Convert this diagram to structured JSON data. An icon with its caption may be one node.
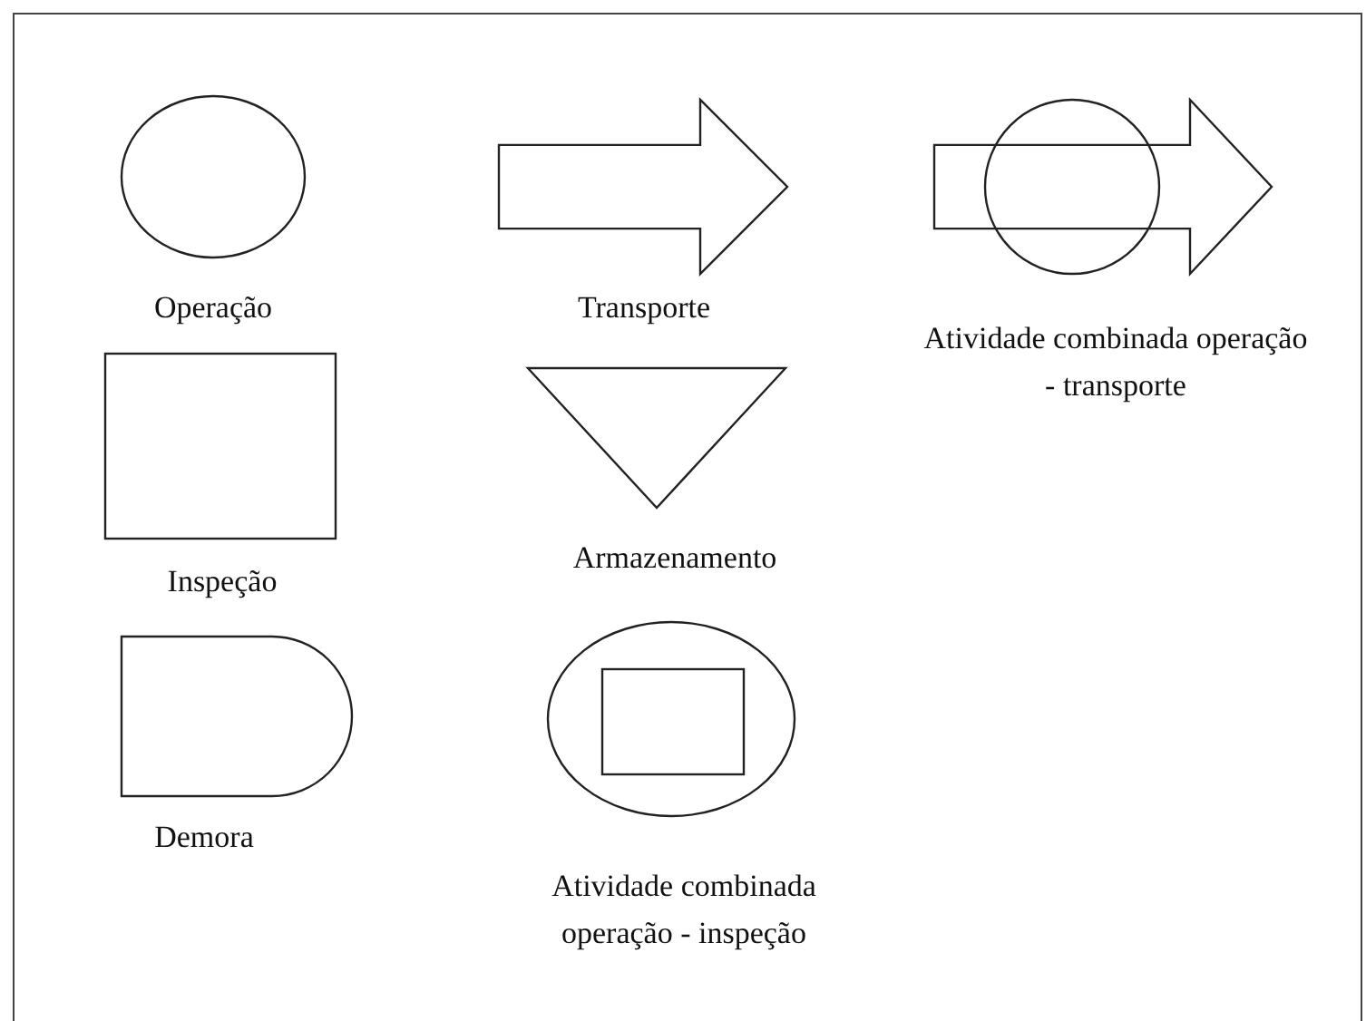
{
  "diagram": {
    "nodes": [
      {
        "text": [
          "Operação"
        ]
      },
      {
        "text": [
          "Transporte"
        ]
      },
      {
        "text": [
          "Atividade combinada operação - transporte"
        ]
      },
      {
        "text": [
          "Inspeção"
        ]
      },
      {
        "text": [
          "Armazenamento"
        ]
      },
      {
        "text": [
          "Demora"
        ]
      },
      {
        "text": [
          "Atividade combinada operação - inspeção"
        ]
      }
    ]
  }
}
